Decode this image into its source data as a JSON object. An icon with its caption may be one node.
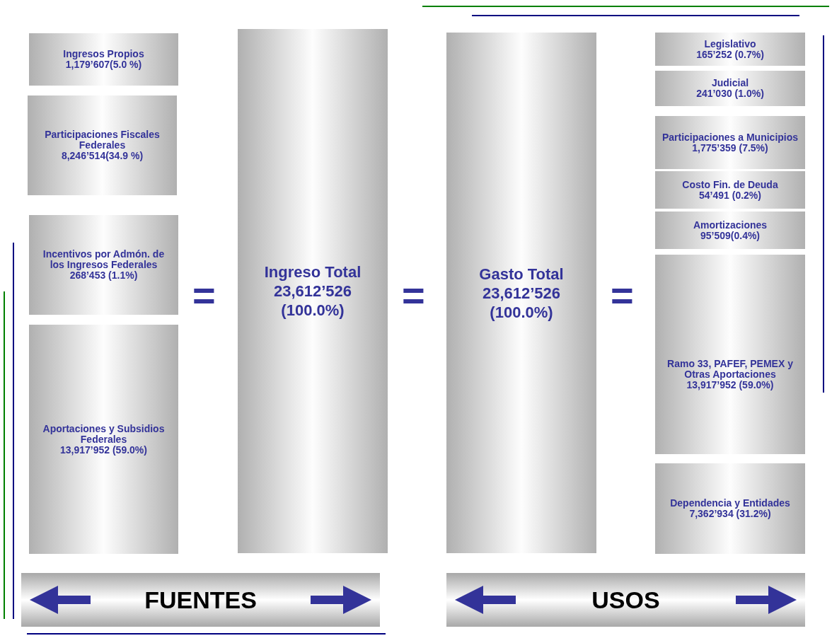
{
  "diagram": {
    "nodes": [
      {
        "text": [
          "Ingresos Propios",
          "1,179’607(5.0 %)"
        ]
      },
      {
        "text": [
          "Participaciones Fiscales Federales",
          "8,246’514(34.9 %)"
        ]
      },
      {
        "text": [
          "Incentivos por Admón. de los Ingresos Federales",
          "268’453 (1.1%)"
        ]
      },
      {
        "text": [
          "Aportaciones y Subsidios Federales",
          "13,917’952 (59.0%)"
        ]
      },
      {
        "text": [
          "Ingreso Total",
          "23,612’526",
          "(100.0%)"
        ]
      },
      {
        "text": [
          "Gasto Total",
          "23,612’526",
          "(100.0%)"
        ]
      },
      {
        "text": [
          "Legislativo",
          "165’252 (0.7%)"
        ]
      },
      {
        "text": [
          "Judicial",
          "241’030 (1.0%)"
        ]
      },
      {
        "text": [
          "Participaciones a Municipios",
          "1,775’359 (7.5%)"
        ]
      },
      {
        "text": [
          "Costo Fin. de Deuda",
          "54’491 (0.2%)"
        ]
      },
      {
        "text": [
          "Amortizaciones",
          "95’509(0.4%)"
        ]
      },
      {
        "text": [
          "Ramo 33, PAFEF, PEMEX y Otras Aportaciones",
          "13,917’952 (59.0%)"
        ]
      },
      {
        "text": [
          "Dependencia y Entidades",
          "7,362’934 (31.2%)"
        ]
      },
      {
        "text": [
          "FUENTES"
        ]
      },
      {
        "text": [
          "USOS"
        ]
      }
    ],
    "edges": [],
    "labels": [
      "=",
      "=",
      "="
    ]
  }
}
